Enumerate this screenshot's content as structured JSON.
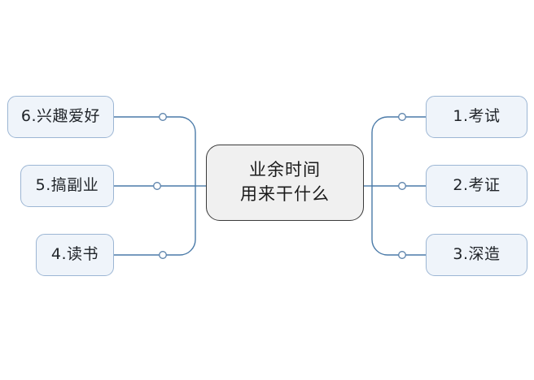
{
  "diagram": {
    "type": "mindmap",
    "background_color": "#ffffff",
    "center": {
      "id": "center",
      "line1": "业余时间",
      "line2": "用来干什么",
      "fill_color": "#f0f0f0",
      "border_color": "#3a3a3a"
    },
    "branch_style": {
      "fill_color": "#eff4fa",
      "border_color": "#9cb6d4",
      "link_color": "#4a7aa8",
      "marker_fill": "#ffffff"
    },
    "branches_right": [
      {
        "id": "n1",
        "label": "1.考试"
      },
      {
        "id": "n2",
        "label": "2.考证"
      },
      {
        "id": "n3",
        "label": "3.深造"
      }
    ],
    "branches_left": [
      {
        "id": "n6",
        "label": "6.兴趣爱好"
      },
      {
        "id": "n5",
        "label": "5.搞副业"
      },
      {
        "id": "n4",
        "label": "4.读书"
      }
    ]
  }
}
